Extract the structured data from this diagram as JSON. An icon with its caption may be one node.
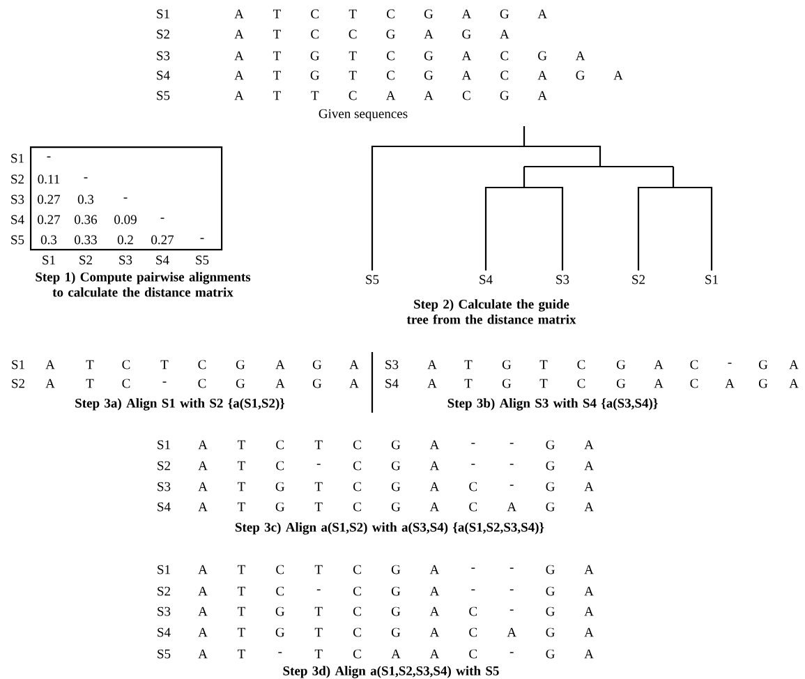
{
  "diagram": {
    "nodes": [
      {
        "text": [
          "-",
          "0.11",
          "-",
          "0.27",
          "0.3",
          "-",
          "0.27",
          "0.36",
          "0.09",
          "-",
          "0.3",
          "0.33",
          "0.2",
          "0.27",
          "-"
        ]
      }
    ],
    "labels": [
      "S1",
      "A",
      "T",
      "C",
      "T",
      "C",
      "G",
      "A",
      "G",
      "A",
      "S2",
      "A",
      "T",
      "C",
      "C",
      "G",
      "A",
      "G",
      "A",
      "S3",
      "A",
      "T",
      "G",
      "T",
      "C",
      "G",
      "A",
      "C",
      "G",
      "A",
      "S4",
      "A",
      "T",
      "G",
      "T",
      "C",
      "G",
      "A",
      "C",
      "A",
      "G",
      "A",
      "S5",
      "A",
      "T",
      "T",
      "C",
      "A",
      "A",
      "C",
      "G",
      "A",
      "Given sequences",
      "S1",
      "S2",
      "S3",
      "S4",
      "S5",
      "S1",
      "S2",
      "S3",
      "S4",
      "S5",
      "Step 1) Compute pairwise alignments to calculate the distance matrix",
      "S5",
      "S4",
      "S3",
      "S2",
      "S1",
      "Step 2) Calculate the guide tree from the distance matrix",
      "S1",
      "A",
      "T",
      "C",
      "T",
      "C",
      "G",
      "A",
      "G",
      "A",
      "S2",
      "A",
      "T",
      "C",
      "-",
      "C",
      "G",
      "A",
      "G",
      "A",
      "Step 3a) Align S1 with S2 {a(S1,S2)}",
      "S3",
      "A",
      "T",
      "G",
      "T",
      "C",
      "G",
      "A",
      "C",
      "-",
      "G",
      "A",
      "S4",
      "A",
      "T",
      "G",
      "T",
      "C",
      "G",
      "A",
      "C",
      "A",
      "G",
      "A",
      "Step 3b) Align S3 with S4 {a(S3,S4)}",
      "S1",
      "A",
      "T",
      "C",
      "T",
      "C",
      "G",
      "A",
      "-",
      "-",
      "G",
      "A",
      "S2",
      "A",
      "T",
      "C",
      "-",
      "C",
      "G",
      "A",
      "-",
      "-",
      "G",
      "A",
      "S3",
      "A",
      "T",
      "G",
      "T",
      "C",
      "G",
      "A",
      "C",
      "-",
      "G",
      "A",
      "S4",
      "A",
      "T",
      "G",
      "T",
      "C",
      "G",
      "A",
      "C",
      "A",
      "G",
      "A",
      "Step 3c) Align a(S1,S2) with a(S3,S4) {a(S1,S2,S3,S4)}",
      "S1",
      "A",
      "T",
      "C",
      "T",
      "C",
      "G",
      "A",
      "-",
      "-",
      "G",
      "A",
      "S2",
      "A",
      "T",
      "C",
      "-",
      "C",
      "G",
      "A",
      "-",
      "-",
      "G",
      "A",
      "S3",
      "A",
      "T",
      "G",
      "T",
      "C",
      "G",
      "A",
      "C",
      "-",
      "G",
      "A",
      "S4",
      "A",
      "T",
      "G",
      "T",
      "C",
      "G",
      "A",
      "C",
      "A",
      "G",
      "A",
      "S5",
      "A",
      "T",
      "-",
      "T",
      "C",
      "A",
      "A",
      "C",
      "-",
      "G",
      "A",
      "Step 3d) Align a(S1,S2,S3,S4) with S5"
    ]
  }
}
